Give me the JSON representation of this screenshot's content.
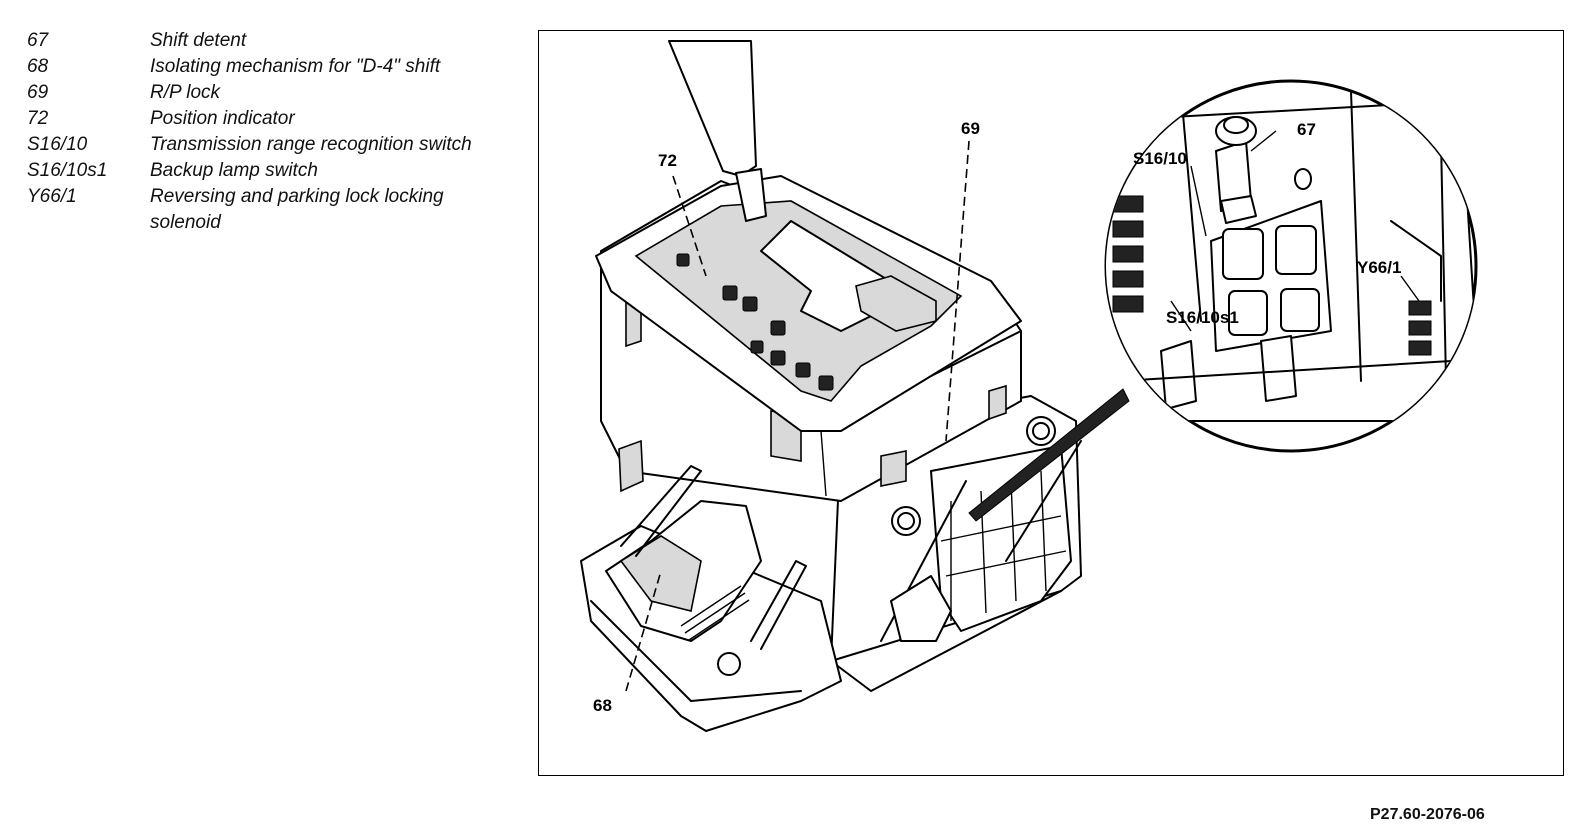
{
  "legend": [
    {
      "code": "67",
      "desc": "Shift detent"
    },
    {
      "code": "68",
      "desc": "Isolating mechanism for \"D-4\" shift"
    },
    {
      "code": "69",
      "desc": "R/P lock"
    },
    {
      "code": "72",
      "desc": "Position indicator"
    },
    {
      "code": "S16/10",
      "desc": "Transmission range recognition switch"
    },
    {
      "code": "S16/10s1",
      "desc": "Backup lamp switch"
    },
    {
      "code": "Y66/1",
      "desc": "Reversing and parking lock locking solenoid"
    }
  ],
  "callouts": {
    "c72": "72",
    "c69": "69",
    "c68": "68",
    "c67": "67",
    "cS1610": "S16/10",
    "cS1610s1": "S16/10s1",
    "cY661": "Y66/1"
  },
  "figure_ref": "P27.60-2076-06"
}
